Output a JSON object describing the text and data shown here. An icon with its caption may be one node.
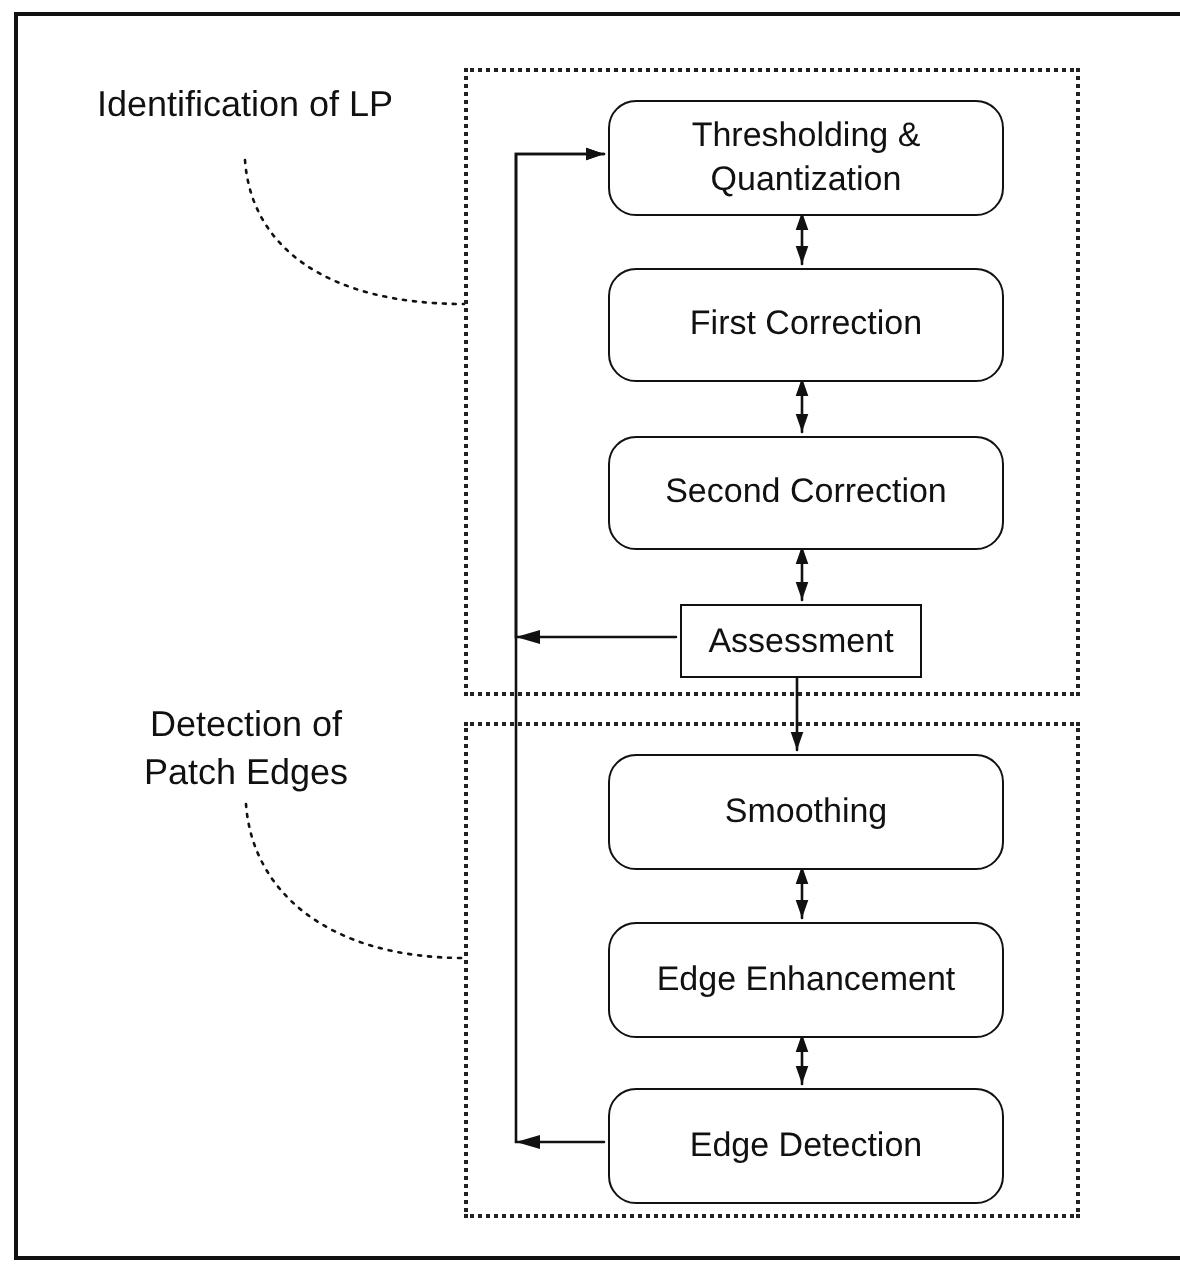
{
  "diagram": {
    "nodes": [
      {
        "text": [
          "Identification of LP"
        ]
      },
      {
        "text": [],
        "shape": "box"
      },
      {
        "text": [
          "Thresholding & Quantization"
        ],
        "in": 1
      },
      {
        "text": [
          "First Correction"
        ],
        "in": 1
      },
      {
        "text": [
          "Second Correction"
        ],
        "in": 1
      },
      {
        "text": [
          "Assessment"
        ],
        "in": 1
      },
      {
        "text": [
          "Detection of Patch Edges"
        ]
      },
      {
        "text": [],
        "shape": "box"
      },
      {
        "text": [
          "Smoothing"
        ],
        "in": 7
      },
      {
        "text": [
          "Edge Enhancement"
        ],
        "in": 7
      },
      {
        "text": [
          "Edge Detection"
        ],
        "in": 7
      }
    ],
    "edges": [
      {
        "from": 0,
        "to": 1,
        "arrow": "none",
        "style": "dashed"
      },
      {
        "from": 2,
        "to": 3,
        "arrow": "both"
      },
      {
        "from": 3,
        "to": 4,
        "arrow": "both"
      },
      {
        "from": 4,
        "to": 5,
        "arrow": "both"
      },
      {
        "from": 5,
        "to": 8,
        "arrow": "to"
      },
      {
        "from": 5,
        "to": 2,
        "arrow": "to"
      },
      {
        "from": 6,
        "to": 7,
        "arrow": "none",
        "style": "dashed"
      },
      {
        "from": 8,
        "to": 9,
        "arrow": "both"
      },
      {
        "from": 9,
        "to": 10,
        "arrow": "both"
      },
      {
        "from": 10,
        "to": 2,
        "arrow": "to"
      }
    ]
  }
}
